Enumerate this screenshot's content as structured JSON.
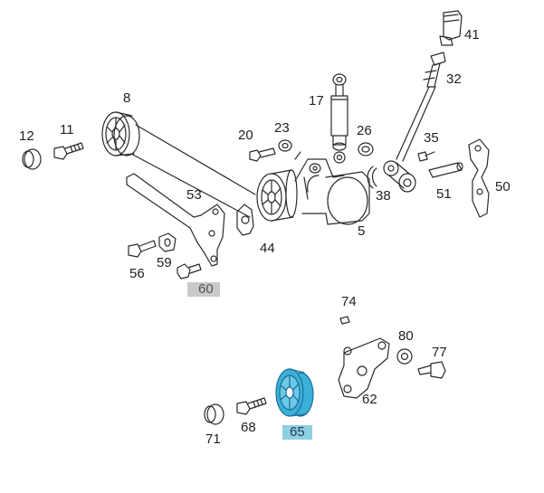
{
  "diagram": {
    "colors": {
      "line": "#2b2b2b",
      "highlight_blue": "#3bb0d8",
      "label_grey_bg": "#c9c9c9",
      "label_blue_bg": "#8fcfe2"
    },
    "callouts": {
      "c41": "41",
      "c32": "32",
      "c17": "17",
      "c8": "8",
      "c12": "12",
      "c11": "11",
      "c20": "20",
      "c23": "23",
      "c26": "26",
      "c35": "35",
      "c50": "50",
      "c53": "53",
      "c38": "38",
      "c51": "51",
      "c5": "5",
      "c44": "44",
      "c56": "56",
      "c59": "59",
      "c60": "60",
      "c74": "74",
      "c80": "80",
      "c77": "77",
      "c62": "62",
      "c71": "71",
      "c68": "68",
      "c65": "65"
    },
    "selected_part": "65",
    "disabled_part": "60"
  }
}
